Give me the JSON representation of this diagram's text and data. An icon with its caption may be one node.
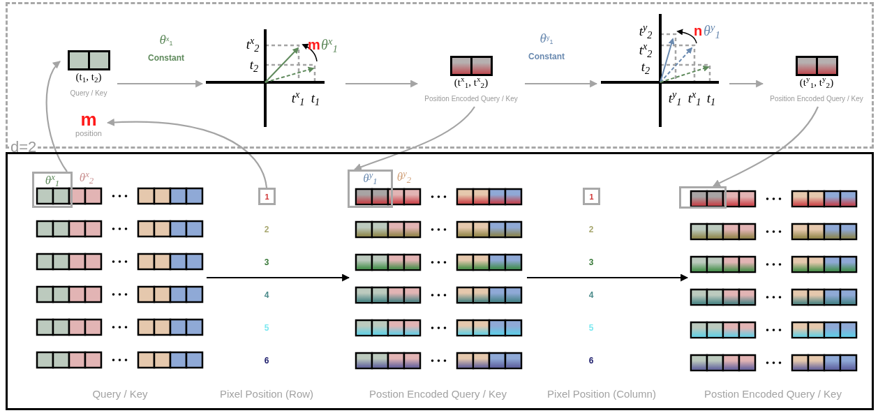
{
  "diagram": {
    "nodes": [
      {
        "text": [
          "d=2"
        ]
      },
      {
        "text": [
          "(t$_{1}$, t$_{2}$)",
          "Query / Key"
        ],
        "in": 0
      },
      {
        "text": [
          "t$^{x}$$_{2}$",
          "t$_{2}$",
          "t$^{x}$$_{1}$",
          "t$_{1}$",
          "m",
          "θ$^{x}$$_{1}$"
        ],
        "in": 0
      },
      {
        "text": [
          "(t$^{x}$$_{1}$, t$^{x}$$_{2}$)",
          "Position Encoded Query / Key"
        ],
        "in": 0
      },
      {
        "text": [
          "t$^{y}$$_{2}$",
          "t$^{x}$$_{2}$",
          "t$_{2}$",
          "t$^{y}$$_{1}$",
          "t$^{x}$$_{1}$",
          "t$_{1}$",
          "n",
          "θ$^{y}$$_{1}$"
        ],
        "in": 0
      },
      {
        "text": [
          "(t$^{y}$$_{1}$, t$^{y}$$_{2}$)",
          "Position Encoded Query / Key"
        ],
        "in": 0
      },
      {
        "text": [
          "m",
          "position"
        ],
        "in": 0
      },
      {
        "text": [],
        "shape": "box"
      },
      {
        "text": [
          "Query / Key"
        ],
        "in": 7
      },
      {
        "text": [
          "θ$^{x}$$_{1}$"
        ],
        "in": 7
      },
      {
        "text": [
          "1"
        ],
        "in": 7
      },
      {
        "text": [
          "Postion Encoded Query / Key"
        ],
        "in": 7
      },
      {
        "text": [
          "θ$^{y}$$_{1}$"
        ],
        "in": 7
      },
      {
        "text": [
          "1"
        ],
        "in": 7
      },
      {
        "text": [
          "Postion Encoded Query / Key"
        ],
        "in": 7
      },
      {
        "text": [],
        "shape": "box",
        "in": 7
      }
    ],
    "edges": [
      {
        "from": 1,
        "to": 2,
        "arrow": "to",
        "label": "*θ*$^{x}$$_{1}$ **Constant**"
      },
      {
        "from": 2,
        "to": 3,
        "arrow": "to"
      },
      {
        "from": 3,
        "to": 4,
        "arrow": "to",
        "label": "*θ*$^{y}$$_{1}$ **Constant**"
      },
      {
        "from": 4,
        "to": 5,
        "arrow": "to"
      },
      {
        "from": 10,
        "to": 6,
        "arrow": "to"
      },
      {
        "from": 9,
        "to": 1,
        "arrow": "to"
      },
      {
        "from": 3,
        "to": 12,
        "arrow": "to"
      },
      {
        "from": 5,
        "to": 15,
        "arrow": "to"
      },
      {
        "from": 8,
        "to": 11,
        "arrow": "to",
        "color": "#000000"
      },
      {
        "from": 11,
        "to": 14,
        "arrow": "to",
        "color": "#000000"
      }
    ],
    "labels": [
      "θ$^{x}$$_{2}$",
      "2",
      "3",
      "4",
      "5",
      "6",
      "Pixel Position (Row)",
      "θ$^{y}$$_{2}$",
      "2",
      "3",
      "4",
      "5",
      "6",
      "Pixel Position (Column)"
    ]
  }
}
